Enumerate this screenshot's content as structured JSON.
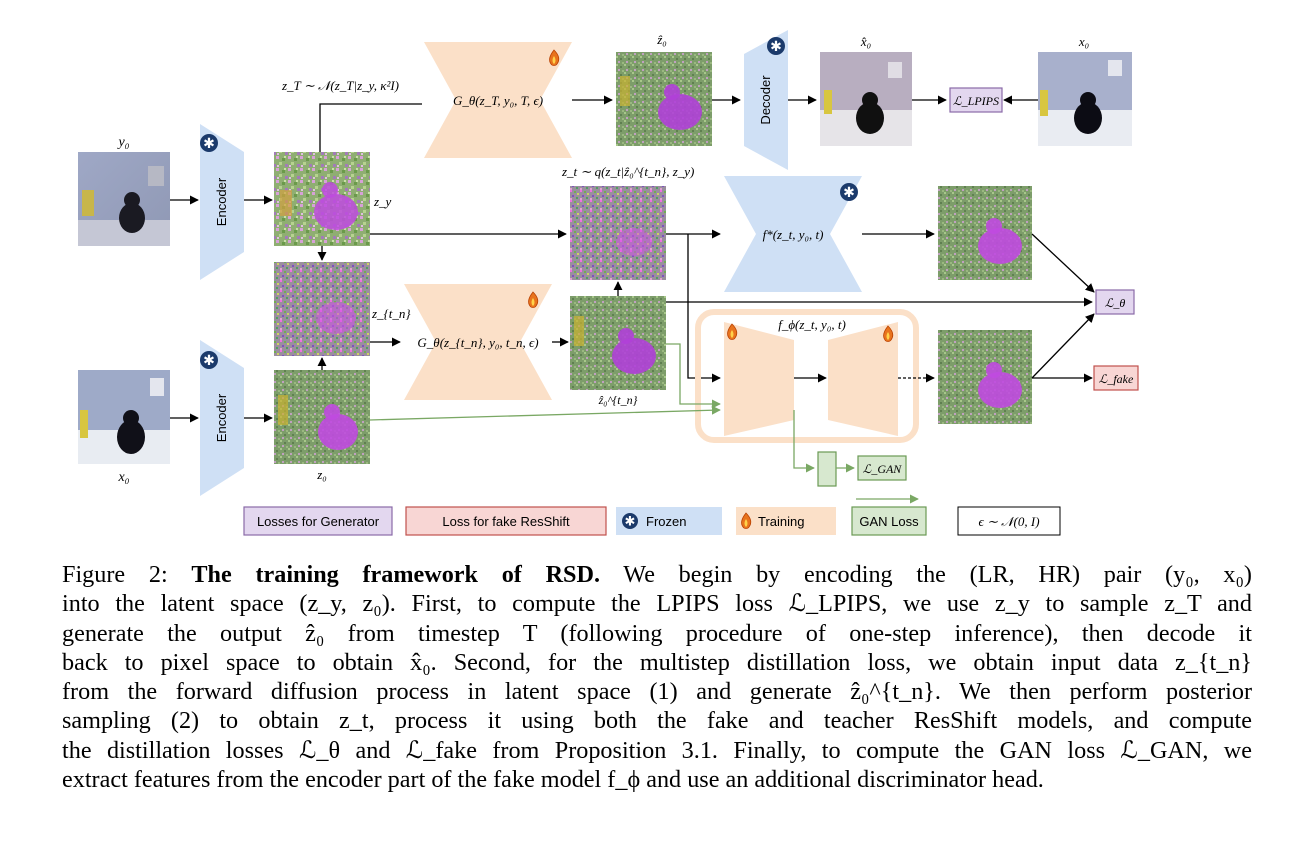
{
  "diagram": {
    "labels": {
      "y0": "y₀",
      "x0_input": "x₀",
      "zT_sample": "z_T ∼ 𝒩(z_T|z_y, κ²I)",
      "zy": "z_y",
      "ztn": "z_{t_n}",
      "z0": "z₀",
      "zt_sample": "z_t ∼ q(z_t|ẑ₀^{t_n}, z_y)",
      "z0_hat": "ẑ₀",
      "z0_hat_tn": "ẑ₀^{t_n}",
      "x0_hat": "x̂₀",
      "x0_target": "x₀",
      "f_phi": "f_ϕ(z_t, y₀, t)"
    },
    "blocks": {
      "encoder_top": "Encoder",
      "encoder_bottom": "Encoder",
      "decoder": "Decoder",
      "generator_top": "G_θ(z_T, y₀, T, ϵ)",
      "generator_bottom": "G_θ(z_{t_n}, y₀, t_n, ϵ)",
      "teacher": "f*(z_t, y₀, t)"
    },
    "losses": {
      "lpips": "ℒ_LPIPS",
      "theta": "ℒ_θ",
      "fake": "ℒ_fake",
      "gan": "ℒ_GAN"
    },
    "legend": {
      "generator_losses": "Losses for Generator",
      "fake_loss": "Loss for fake ResShift",
      "frozen": "Frozen",
      "training": "Training",
      "gan_loss": "GAN Loss",
      "epsilon": "ϵ ∼ 𝒩(0, I)"
    },
    "colors": {
      "frozen": "#cfe0f5",
      "training": "#fbe0c8",
      "generator_loss_fill": "#e3d7ef",
      "generator_loss_border": "#8a6aa8",
      "fake_loss_fill": "#f8d6d4",
      "fake_loss_border": "#c0504d",
      "gan_fill": "#d7e8cf",
      "gan_border": "#6a9a54",
      "gan_arrow": "#7aa864",
      "latent_purple": "#c04ae0",
      "latent_green": "#7f9f68"
    },
    "icons": {
      "frozen": "snowflake-icon",
      "training": "flame-icon"
    }
  },
  "caption": {
    "figure_label": "Figure 2:",
    "title": "The training framework of RSD.",
    "lines": [
      "We begin by encoding the (LR, HR) pair (y₀, x₀)",
      "into the latent space (z_y, z₀). First, to compute the LPIPS loss ℒ_LPIPS, we use z_y to sample z_T and",
      "generate the output ẑ₀ from timestep T (following procedure of one-step inference), then decode it",
      "back to pixel space to obtain x̂₀. Second, for the multistep distillation loss, we obtain input data z_{t_n}",
      "from the forward diffusion process in latent space (1) and generate ẑ₀^{t_n}. We then perform posterior",
      "sampling (2) to obtain z_t, process it using both the fake and teacher ResShift models, and compute",
      "the distillation losses ℒ_θ and ℒ_fake from Proposition 3.1. Finally, to compute the GAN loss ℒ_GAN, we",
      "extract features from the encoder part of the fake model f_ϕ and use an additional discriminator head."
    ]
  }
}
